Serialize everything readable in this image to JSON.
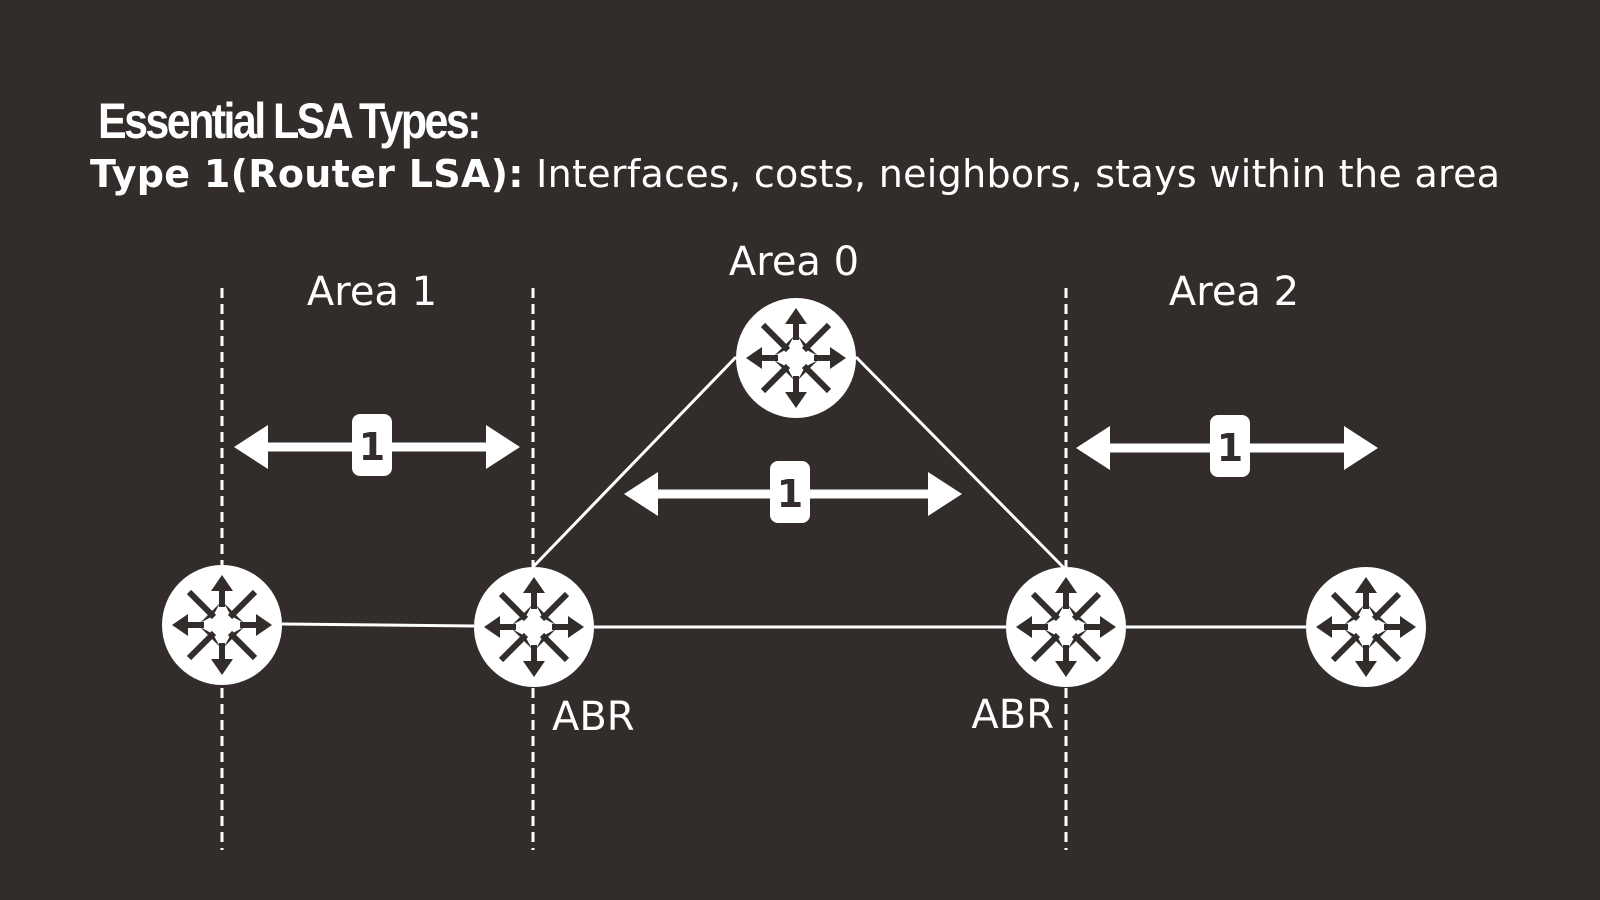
{
  "heading": "Essential LSA Types:",
  "subheading": {
    "bold": "Type 1(Router LSA):",
    "text": " Interfaces, costs, neighbors, stays within the area"
  },
  "areas": {
    "area1": "Area 1",
    "area0": "Area 0",
    "area2": "Area 2"
  },
  "abr_labels": [
    "ABR",
    "ABR"
  ],
  "lsa_badges": [
    "1",
    "1",
    "1"
  ],
  "icons": {
    "router": "router-icon",
    "arrow": "double-arrow-icon"
  },
  "colors": {
    "background": "#322d2b",
    "foreground": "#ffffff"
  }
}
